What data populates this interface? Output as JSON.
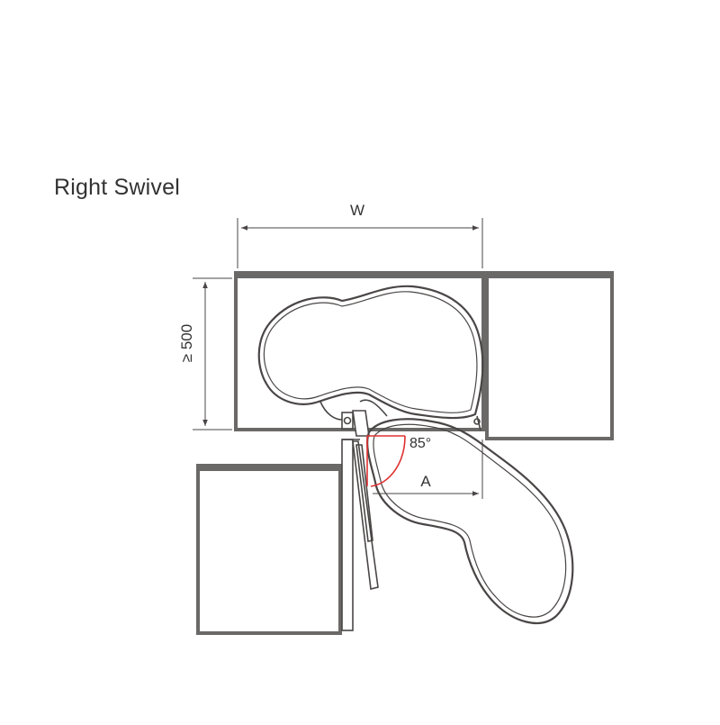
{
  "diagram": {
    "title": "Right Swivel",
    "dim_width_label": "W",
    "dim_depth_label": "≥ 500",
    "dim_opening_label": "A",
    "angle_label": "85°"
  },
  "colors": {
    "line": "#4a4646",
    "cabinet_fill": "#6b6868",
    "angle_accent": "#e03030",
    "text": "#333333"
  }
}
